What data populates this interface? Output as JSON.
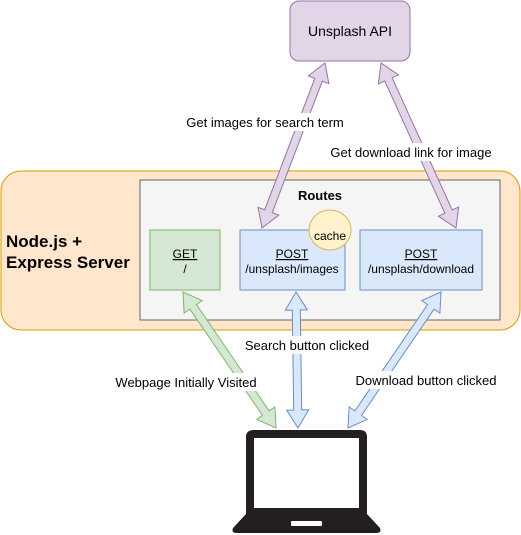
{
  "nodes": {
    "api": {
      "label": "Unsplash API",
      "fill": "#e1d5e7",
      "stroke": "#9673a6"
    },
    "server": {
      "label_line1": "Node.js +",
      "label_line2": "Express Server",
      "fill": "#ffe6cc",
      "stroke": "#d79b00"
    },
    "routes": {
      "label": "Routes",
      "fill": "#f5f5f5",
      "stroke": "#666666"
    },
    "get_route": {
      "method": "GET",
      "path": "/",
      "fill": "#d5e8d4",
      "stroke": "#82b366"
    },
    "post_images": {
      "method": "POST",
      "path": "/unsplash/images",
      "fill": "#dae8fc",
      "stroke": "#6c8ebf"
    },
    "post_download": {
      "method": "POST",
      "path": "/unsplash/download",
      "fill": "#dae8fc",
      "stroke": "#6c8ebf"
    },
    "cache": {
      "label": "cache",
      "fill": "#fff2cc",
      "stroke": "#d6b656"
    }
  },
  "edges": {
    "search_term": {
      "label": "Get images for search term",
      "fill": "#e1d5e7",
      "stroke": "#9673a6"
    },
    "download_link": {
      "label": "Get download link for image",
      "fill": "#e1d5e7",
      "stroke": "#9673a6"
    },
    "initial_visit": {
      "label": "Webpage Initially Visited",
      "fill": "#d5e8d4",
      "stroke": "#82b366"
    },
    "search_click": {
      "label": "Search button clicked",
      "fill": "#dae8fc",
      "stroke": "#6c8ebf"
    },
    "download_click": {
      "label": "Download button clicked",
      "fill": "#dae8fc",
      "stroke": "#6c8ebf"
    }
  },
  "icons": {
    "client": "laptop-icon"
  }
}
